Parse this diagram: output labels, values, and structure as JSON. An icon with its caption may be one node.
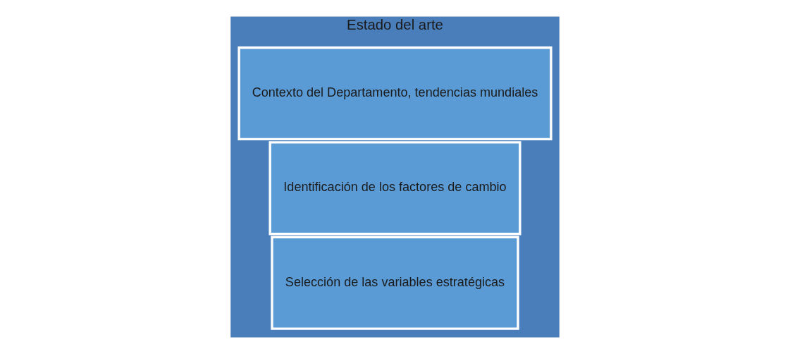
{
  "diagram": {
    "nodes": [
      {
        "text": [
          "Estado del arte"
        ]
      },
      {
        "text": [
          "Contexto del Departamento, tendencias mundiales"
        ],
        "in": 0
      },
      {
        "text": [
          "Identificación de los factores de cambio"
        ],
        "in": 0
      },
      {
        "text": [
          "Selección de las variables estratégicas"
        ],
        "in": 0
      }
    ]
  }
}
